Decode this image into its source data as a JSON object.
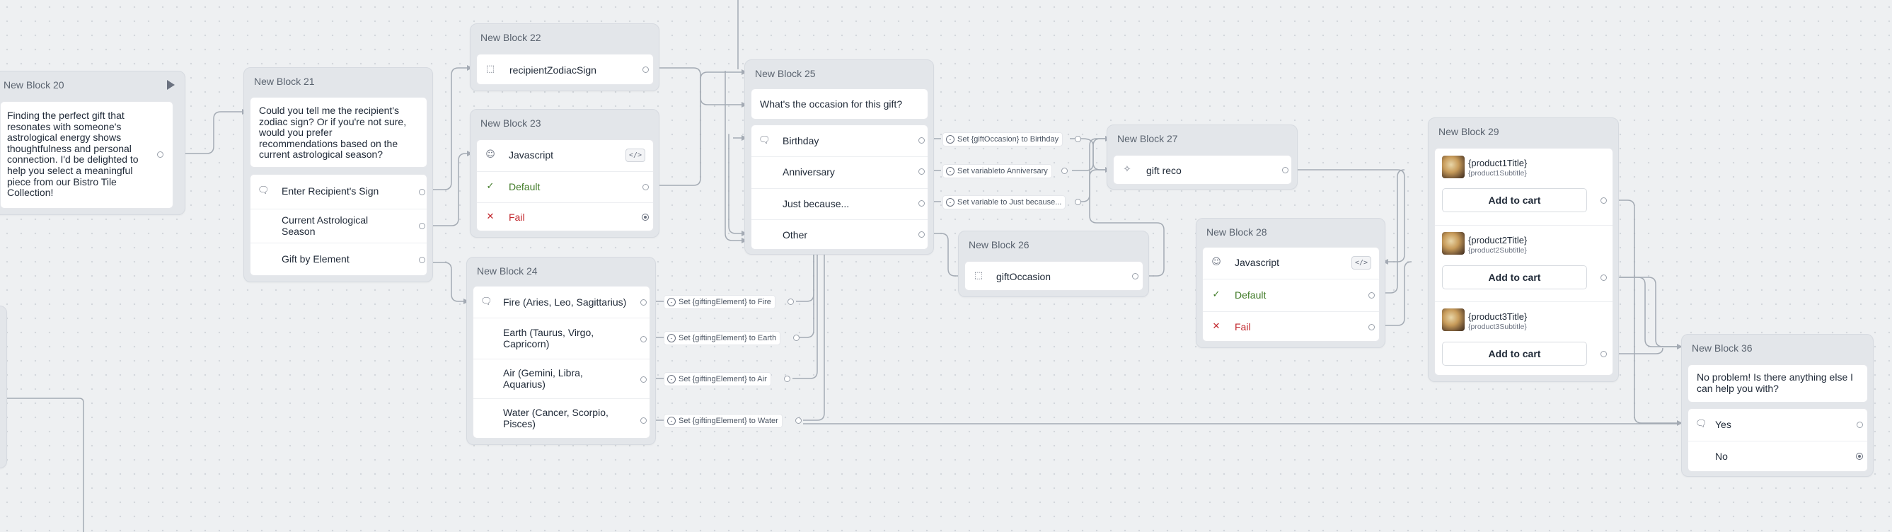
{
  "blocks": {
    "b20": {
      "title": "New Block 20",
      "text": "Finding the perfect gift that resonates with someone's astrological energy shows thoughtfulness and personal connection. I'd be delighted to help you select a meaningful piece from our Bistro Tile Collection!"
    },
    "b21": {
      "title": "New Block 21",
      "text": "Could you tell me the recipient's zodiac sign? Or if you're not sure, would you prefer recommendations based on the current astrological season?",
      "choices": [
        "Enter Recipient's Sign",
        "Current Astrological Season",
        "Gift by Element"
      ]
    },
    "b22": {
      "title": "New Block 22",
      "variable": "recipientZodiacSign"
    },
    "b23": {
      "title": "New Block 23",
      "script": "Javascript",
      "default": "Default",
      "fail": "Fail"
    },
    "b24": {
      "title": "New Block 24",
      "choices": [
        "Fire (Aries, Leo, Sagittarius)",
        "Earth (Taurus, Virgo, Capricorn)",
        "Air (Gemini, Libra, Aquarius)",
        "Water (Cancer, Scorpio, Pisces)"
      ],
      "sets": [
        "Set {giftingElement} to Fire",
        "Set {giftingElement} to Earth",
        "Set {giftingElement} to Air",
        "Set {giftingElement} to Water"
      ]
    },
    "b25": {
      "title": "New Block 25",
      "text": "What's the occasion for this gift?",
      "choices": [
        "Birthday",
        "Anniversary",
        "Just because...",
        "Other"
      ],
      "sets": [
        "Set {giftOccasion} to Birthday",
        "Set variableto Anniversary",
        "Set variable to Just because..."
      ]
    },
    "b26": {
      "title": "New Block 26",
      "variable": "giftOccasion"
    },
    "b27": {
      "title": "New Block 27",
      "action": "gift reco"
    },
    "b28": {
      "title": "New Block 28",
      "script": "Javascript",
      "default": "Default",
      "fail": "Fail"
    },
    "b29": {
      "title": "New Block 29",
      "products": [
        {
          "title": "{product1Title}",
          "subtitle": "{product1Subtitle}",
          "button": "Add to cart"
        },
        {
          "title": "{product2Title}",
          "subtitle": "{product2Subtitle}",
          "button": "Add to cart"
        },
        {
          "title": "{product3Title}",
          "subtitle": "{product3Subtitle}",
          "button": "Add to cart"
        }
      ]
    },
    "b36": {
      "title": "New Block 36",
      "text": "No problem! Is there anything else I can help you with?",
      "choices": [
        "Yes",
        "No"
      ]
    }
  },
  "icons": {
    "chat": "chat-bubble-icon",
    "variable": "variable-icon",
    "code": "code-icon",
    "check": "check-icon",
    "cross": "cross-icon",
    "sparkle": "sparkle-icon",
    "play": "play-icon"
  },
  "colors": {
    "canvas": "#eef0f2",
    "block": "#e3e6ea",
    "edge": "#9aa1ab",
    "success": "#3f7a26",
    "error": "#c2272d"
  }
}
